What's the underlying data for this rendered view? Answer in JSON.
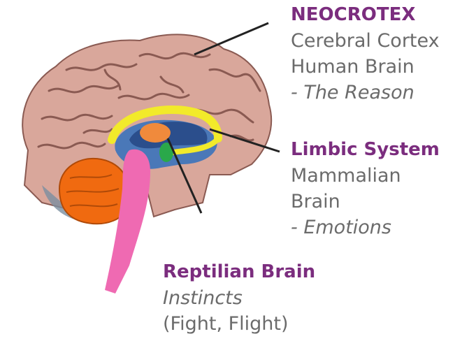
{
  "labels": {
    "neocortex": {
      "title": "NEOCROTEX",
      "line1": "Cerebral Cortex",
      "line2": "Human Brain",
      "line3": "- The Reason"
    },
    "limbic": {
      "title": "Limbic System",
      "line1": "Mammalian",
      "line2": "Brain",
      "line3": "- Emotions"
    },
    "reptilian": {
      "title": "Reptilian Brain",
      "line1": "Instincts",
      "line2": "(Fight, Flight)"
    }
  },
  "colors": {
    "title": "#7b2d7e",
    "text": "#6b6b6b",
    "cortex": "#d9a79b",
    "cortex_groove": "#8a5a52",
    "corpus_callosum": "#f2ea2a",
    "ventricle": "#2b4e8c",
    "thalamus": "#f08a3c",
    "hypothalamus": "#2aa84a",
    "cerebellum": "#f06a10",
    "brainstem": "#ef6ab2",
    "limbic_region": "#4a78b8",
    "temporal": "#7a8ea0",
    "leader_line": "#222222"
  },
  "icons": [
    "brain-sagittal-illustration"
  ]
}
